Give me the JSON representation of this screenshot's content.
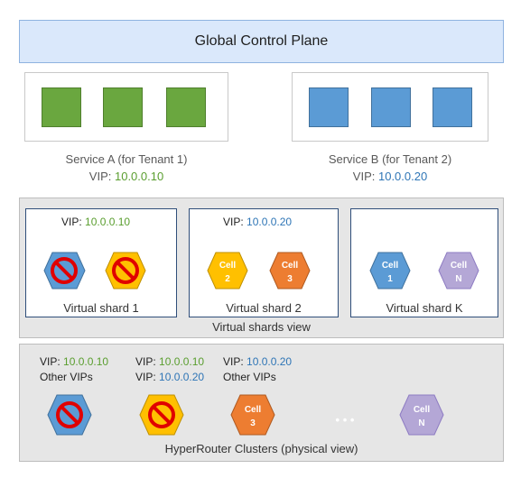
{
  "global_control_plane": {
    "label": "Global Control Plane"
  },
  "service_a": {
    "name": "Service A (for Tenant 1)",
    "vip_label": "VIP:",
    "vip": "10.0.0.10"
  },
  "service_b": {
    "name": "Service B (for Tenant 2)",
    "vip_label": "VIP:",
    "vip": "10.0.0.20"
  },
  "virtual_shards": {
    "view_label": "Virtual shards view",
    "shards": [
      {
        "vip_label": "VIP:",
        "vip": "10.0.0.10",
        "label": "Virtual shard 1"
      },
      {
        "vip_label": "VIP:",
        "vip": "10.0.0.20",
        "label": "Virtual shard 2",
        "cells": [
          {
            "l1": "Cell",
            "l2": "2"
          },
          {
            "l1": "Cell",
            "l2": "3"
          }
        ]
      },
      {
        "label": "Virtual shard K",
        "cells": [
          {
            "l1": "Cell",
            "l2": "1"
          },
          {
            "l1": "Cell",
            "l2": "N"
          }
        ]
      }
    ]
  },
  "hyperrouter": {
    "view_label": "HyperRouter Clusters (physical view)",
    "col1": {
      "vip_label": "VIP:",
      "vip": "10.0.0.10",
      "other": "Other VIPs"
    },
    "col2": {
      "vip_label": "VIP:",
      "vip1": "10.0.0.10",
      "vip2": "10.0.0.20"
    },
    "col3": {
      "vip_label": "VIP:",
      "vip": "10.0.0.20",
      "other": "Other VIPs"
    },
    "cell3": {
      "l1": "Cell",
      "l2": "3"
    },
    "cellN": {
      "l1": "Cell",
      "l2": "N"
    },
    "ellipsis": "• • •"
  },
  "colors": {
    "green": "#6aa73f",
    "blue": "#5b9bd5",
    "gold": "#ffc000",
    "orange": "#ed7d31",
    "purple": "#b4a7d6",
    "ip_green": "#5a9e2f",
    "ip_blue": "#2e75b6",
    "forbidden_red": "#e00000"
  }
}
